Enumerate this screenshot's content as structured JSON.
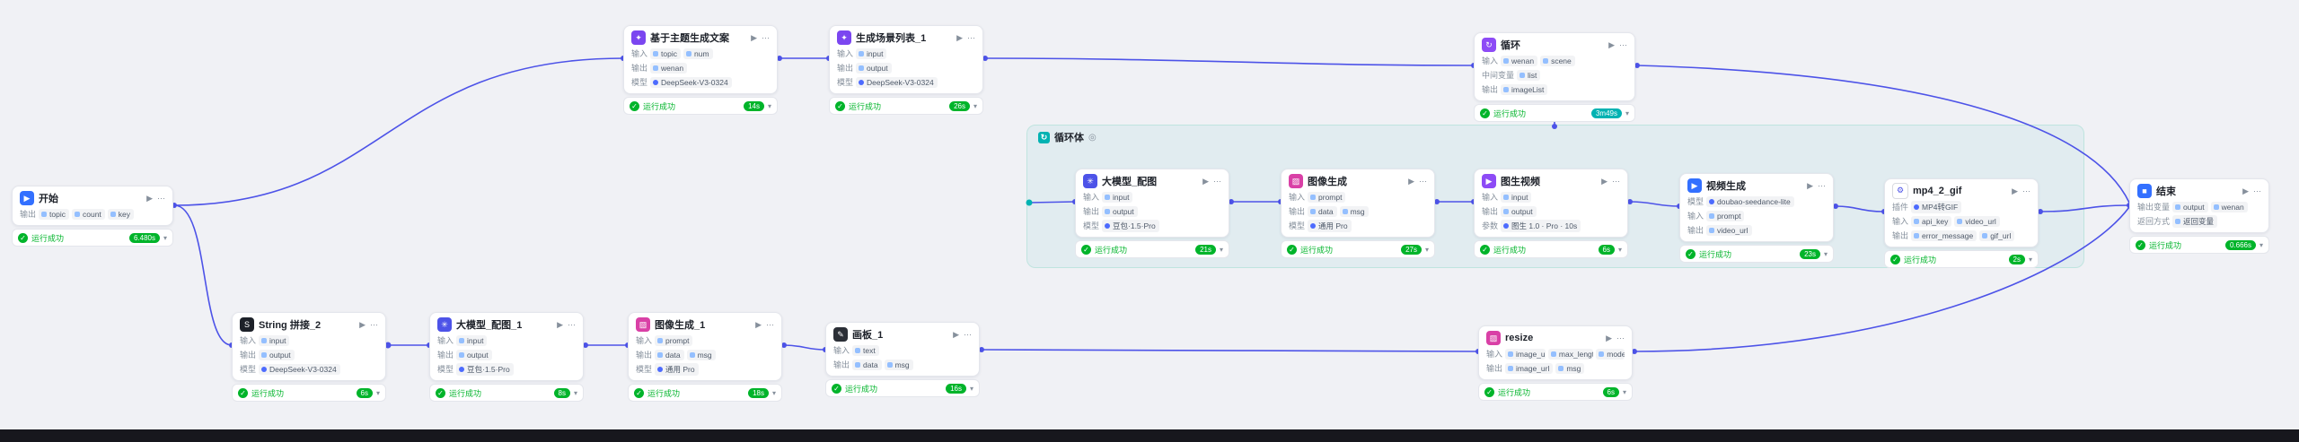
{
  "colors": {
    "edge": "#4d53e8",
    "success": "#00b42a",
    "loop_badge": "#00b2b2",
    "canvas": "#f0f1f5",
    "loop_body_fill": "#eef9f7"
  },
  "icons": {
    "play": "▶",
    "more": "⋯",
    "check": "✓",
    "chevron": "▾",
    "loop": "↻",
    "gear": "◎"
  },
  "loop_body": {
    "label": "循环体"
  },
  "nodes": [
    {
      "id": "start",
      "title": "开始",
      "glyph": "▶",
      "fields": [
        {
          "label": "输出",
          "chips": [
            "topic",
            "count",
            "key"
          ]
        }
      ],
      "status": {
        "text": "运行成功",
        "time": "6.480s"
      }
    },
    {
      "id": "topic-gen",
      "title": "基于主题生成文案",
      "glyph": "✦",
      "fields": [
        {
          "label": "输入",
          "chips": [
            "topic",
            "num"
          ]
        },
        {
          "label": "输出",
          "chips": [
            "wenan"
          ]
        },
        {
          "label": "模型",
          "chips": [
            "DeepSeek-V3-0324"
          ]
        }
      ],
      "status": {
        "text": "运行成功",
        "time": "14s"
      }
    },
    {
      "id": "scene-list",
      "title": "生成场景列表_1",
      "glyph": "✦",
      "fields": [
        {
          "label": "输入",
          "chips": [
            "input"
          ]
        },
        {
          "label": "输出",
          "chips": [
            "output"
          ]
        },
        {
          "label": "模型",
          "chips": [
            "DeepSeek-V3-0324"
          ]
        }
      ],
      "status": {
        "text": "运行成功",
        "time": "26s"
      }
    },
    {
      "id": "loop",
      "title": "循环",
      "glyph": "↻",
      "fields": [
        {
          "label": "输入",
          "chips": [
            "wenan",
            "scene"
          ]
        },
        {
          "label": "中间变量",
          "chips": [
            "list"
          ]
        },
        {
          "label": "输出",
          "chips": [
            "imageList"
          ]
        }
      ],
      "status": {
        "text": "运行成功",
        "time": "3m49s"
      }
    },
    {
      "id": "llm-peitu",
      "title": "大模型_配图",
      "glyph": "✳",
      "fields": [
        {
          "label": "输入",
          "chips": [
            "input"
          ]
        },
        {
          "label": "输出",
          "chips": [
            "output"
          ]
        },
        {
          "label": "模型",
          "chips": [
            "豆包·1.5·Pro"
          ]
        }
      ],
      "status": {
        "text": "运行成功",
        "time": "21s"
      }
    },
    {
      "id": "image-gen",
      "title": "图像生成",
      "glyph": "▨",
      "fields": [
        {
          "label": "输入",
          "chips": [
            "prompt"
          ]
        },
        {
          "label": "输出",
          "chips": [
            "data",
            "msg"
          ]
        },
        {
          "label": "模型",
          "chips": [
            "通用 Pro"
          ]
        }
      ],
      "status": {
        "text": "运行成功",
        "time": "27s"
      }
    },
    {
      "id": "img2video",
      "title": "图生视频",
      "glyph": "▶",
      "fields": [
        {
          "label": "输入",
          "chips": [
            "input"
          ]
        },
        {
          "label": "输出",
          "chips": [
            "output"
          ]
        },
        {
          "label": "参数",
          "chips": [
            "图生 1.0 · Pro · 10s"
          ]
        }
      ],
      "status": {
        "text": "运行成功",
        "time": "6s"
      }
    },
    {
      "id": "video-gen",
      "title": "视频生成",
      "glyph": "▶",
      "fields": [
        {
          "label": "模型",
          "chips": [
            "doubao-seedance-lite"
          ]
        },
        {
          "label": "输入",
          "chips": [
            "prompt"
          ]
        },
        {
          "label": "输出",
          "chips": [
            "video_url"
          ]
        }
      ],
      "status": {
        "text": "运行成功",
        "time": "23s"
      }
    },
    {
      "id": "mp4-2-gif",
      "title": "mp4_2_gif",
      "glyph": "⚙",
      "fields": [
        {
          "label": "插件",
          "chips": [
            "MP4转GIF"
          ]
        },
        {
          "label": "输入",
          "chips": [
            "api_key",
            "video_url"
          ]
        },
        {
          "label": "输出",
          "chips": [
            "error_message",
            "gif_url"
          ]
        }
      ],
      "status": {
        "text": "运行成功",
        "time": "2s"
      }
    },
    {
      "id": "end",
      "title": "结束",
      "glyph": "■",
      "fields": [
        {
          "label": "输出变量",
          "chips": [
            "output",
            "wenan"
          ]
        },
        {
          "label": "返回方式",
          "chips": [
            "返回变量"
          ]
        }
      ],
      "status": {
        "text": "运行成功",
        "time": "0.666s"
      }
    },
    {
      "id": "string-concat",
      "title": "String 拼接_2",
      "glyph": "S",
      "fields": [
        {
          "label": "输入",
          "chips": [
            "input"
          ]
        },
        {
          "label": "输出",
          "chips": [
            "output"
          ]
        },
        {
          "label": "模型",
          "chips": [
            "DeepSeek-V3-0324"
          ]
        }
      ],
      "status": {
        "text": "运行成功",
        "time": "6s"
      }
    },
    {
      "id": "llm-peitu-1",
      "title": "大模型_配图_1",
      "glyph": "✳",
      "fields": [
        {
          "label": "输入",
          "chips": [
            "input"
          ]
        },
        {
          "label": "输出",
          "chips": [
            "output"
          ]
        },
        {
          "label": "模型",
          "chips": [
            "豆包·1.5·Pro"
          ]
        }
      ],
      "status": {
        "text": "运行成功",
        "time": "8s"
      }
    },
    {
      "id": "image-gen-1",
      "title": "图像生成_1",
      "glyph": "▨",
      "fields": [
        {
          "label": "输入",
          "chips": [
            "prompt"
          ]
        },
        {
          "label": "输出",
          "chips": [
            "data",
            "msg"
          ]
        },
        {
          "label": "模型",
          "chips": [
            "通用 Pro"
          ]
        }
      ],
      "status": {
        "text": "运行成功",
        "time": "18s"
      }
    },
    {
      "id": "huaban-1",
      "title": "画板_1",
      "glyph": "✎",
      "fields": [
        {
          "label": "输入",
          "chips": [
            "text"
          ]
        },
        {
          "label": "输出",
          "chips": [
            "data",
            "msg"
          ]
        }
      ],
      "status": {
        "text": "运行成功",
        "time": "16s"
      }
    },
    {
      "id": "resize",
      "title": "resize",
      "glyph": "▨",
      "fields": [
        {
          "label": "输入",
          "chips": [
            "image_url",
            "max_length",
            "mode"
          ]
        },
        {
          "label": "输出",
          "chips": [
            "image_url",
            "msg"
          ]
        }
      ],
      "status": {
        "text": "运行成功",
        "time": "6s"
      }
    }
  ]
}
